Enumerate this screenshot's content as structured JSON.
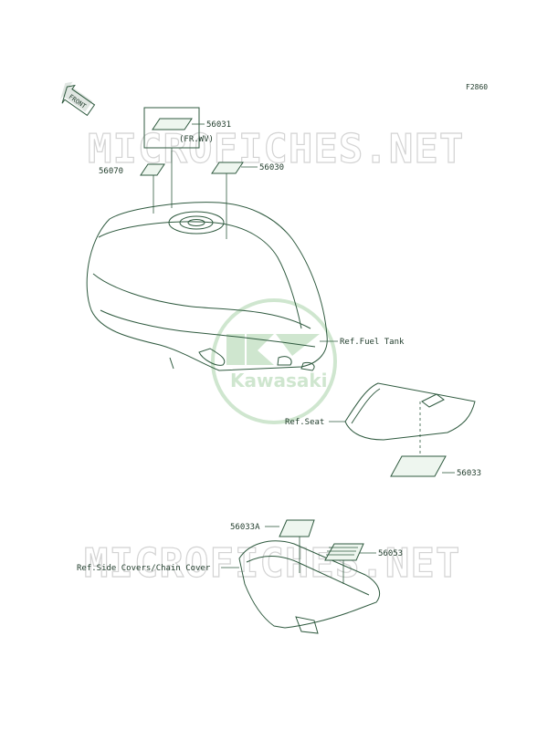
{
  "figure_code": "F2860",
  "front_arrow_text": "FRONT",
  "watermark": {
    "text": "MICROFICHES.NET",
    "logo_text": "Kawasaki"
  },
  "parts": {
    "p56031": "56031",
    "p56031_note": "(FR.WV)",
    "p56070": "56070",
    "p56030": "56030",
    "p56033": "56033",
    "p56033A": "56033A",
    "p56053": "56053"
  },
  "references": {
    "fuel_tank": "Ref.Fuel Tank",
    "seat": "Ref.Seat",
    "side_covers": "Ref.Side Covers/Chain Cover"
  }
}
